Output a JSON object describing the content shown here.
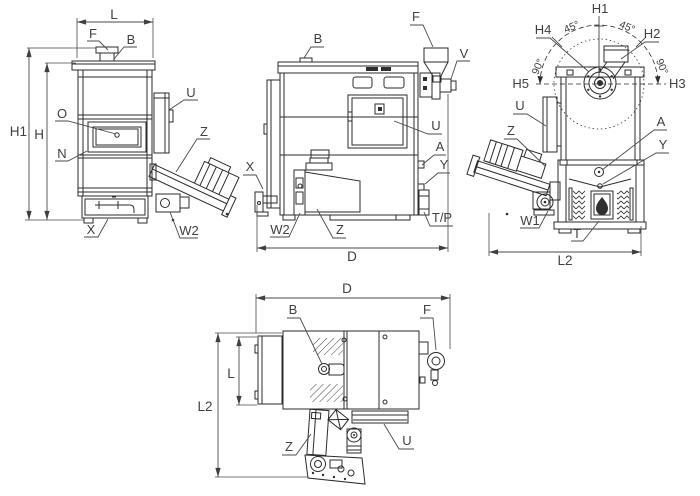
{
  "colors": {
    "background": "#ffffff",
    "line": "#2b2b2b",
    "dimension": "#3f3f3f"
  },
  "views": {
    "front": {
      "labels": {
        "l": "L",
        "f": "F",
        "b": "B",
        "h1": "H1",
        "h": "H",
        "o": "O",
        "n": "N",
        "u": "U",
        "z": "Z",
        "x": "X",
        "w2": "W2"
      }
    },
    "side": {
      "labels": {
        "b": "B",
        "f": "F",
        "v": "V",
        "u": "U",
        "a": "A",
        "y": "Y",
        "tp": "T/P",
        "x": "X",
        "w2": "W2",
        "z": "Z",
        "d": "D"
      }
    },
    "rear": {
      "labels": {
        "h1": "H1",
        "h2": "H2",
        "h3": "H3",
        "h4": "H4",
        "h5": "H5",
        "a45l": "45°",
        "a45r": "45°",
        "a90l": "90°",
        "a90r": "90°",
        "u": "U",
        "z": "Z",
        "a": "A",
        "y": "Y",
        "w1": "W1",
        "t": "T",
        "l2": "L2"
      }
    },
    "plan": {
      "labels": {
        "d": "D",
        "b": "B",
        "f": "F",
        "l": "L",
        "l2": "L2",
        "z": "Z",
        "u": "U"
      }
    }
  }
}
